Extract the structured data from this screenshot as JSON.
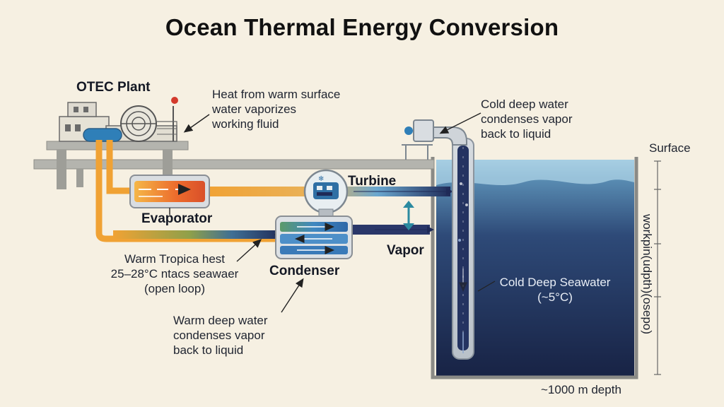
{
  "title": "Ocean Thermal Energy Conversion",
  "labels": {
    "otec_plant": "OTEC Plant",
    "heat_note": [
      "Heat from warm surface",
      "water vaporizes",
      "working fluid"
    ],
    "cold_note": [
      "Cold deep water",
      "condenses vapor",
      "back to liquid"
    ],
    "surface": "Surface",
    "turbine": "Turbine",
    "evaporator": "Evaporator",
    "vapor": "Vapor",
    "condenser": "Condenser",
    "warm_tropical": [
      "Warm Tropica hest",
      "25–28°C ntacs seawaer",
      "(open loop)"
    ],
    "warm_deep": [
      "Warm deep water",
      "condenses vapor",
      "back to liquid"
    ],
    "cold_deep_seawater": [
      "Cold Deep Seawater",
      "(~5°C)"
    ],
    "depth_axis": "workpin(udpth)(osepo)",
    "depth_bottom": "~1000 m depth"
  },
  "colors": {
    "warm_pipe": "#f0a234",
    "evaporator_hot": "#ec6b2c",
    "vapor_line": "#3f8fc2",
    "cold_line": "#1f2a57",
    "ocean_top": "#88b9d6",
    "ocean_deep": "#1b2748",
    "platform": "#a9a9a3"
  }
}
